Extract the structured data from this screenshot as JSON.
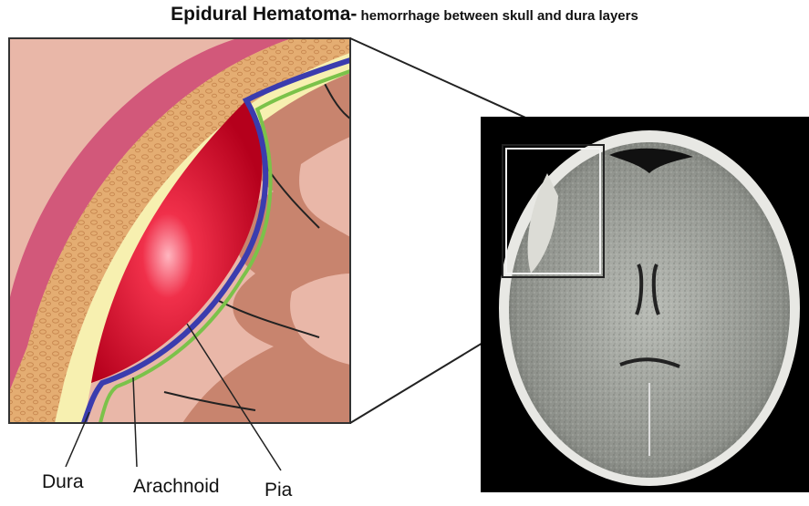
{
  "title": {
    "main": "Epidural Hematoma-",
    "subtitle": " hemorrhage between skull and dura layers"
  },
  "labels": {
    "dura": "Dura",
    "arachnoid": "Arachnoid",
    "pia": "Pia"
  },
  "colors": {
    "scalp": "#d2587a",
    "bone_outer": "#e7b27a",
    "bone_inner": "#f7f0b0",
    "hematoma": "#e0102e",
    "dura_layer": "#3b3cae",
    "arachnoid_layer": "#7bc24a",
    "brain": "#e9b7a8",
    "gyri": "#b66a55",
    "ct_background": "#000000"
  }
}
